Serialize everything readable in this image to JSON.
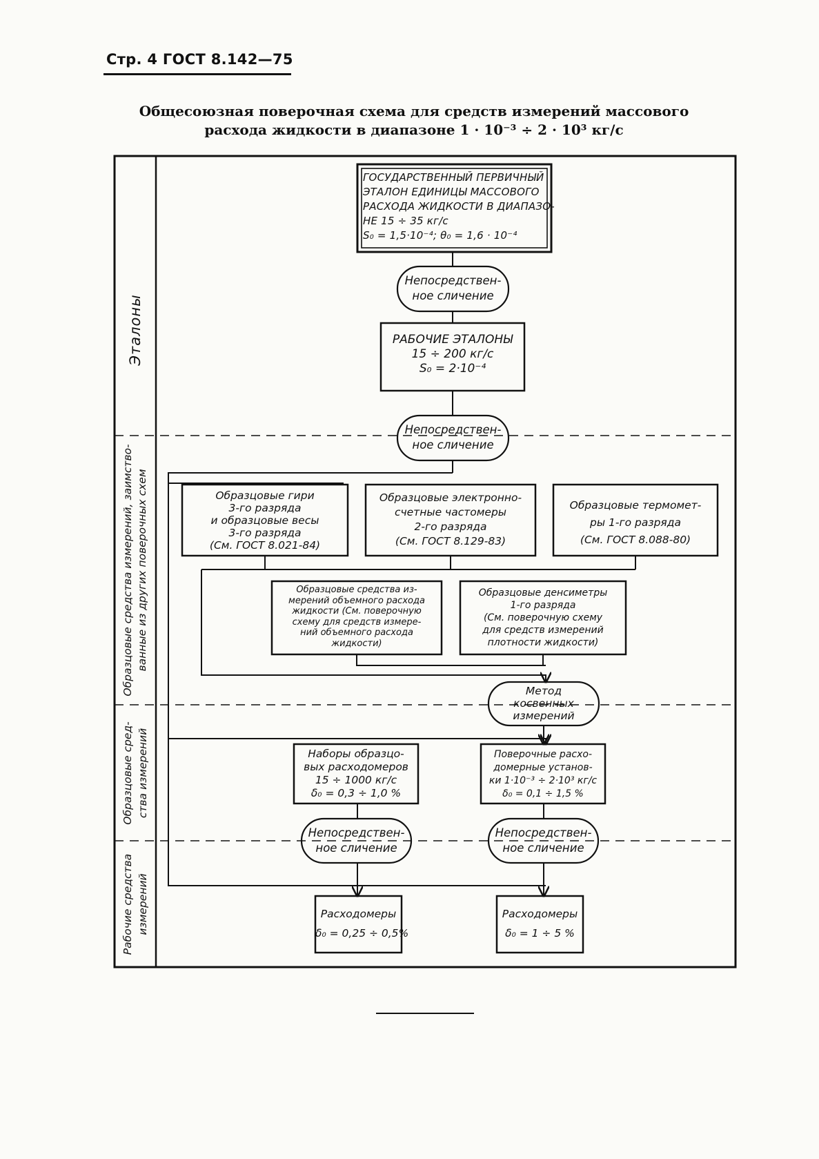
{
  "header": {
    "page_ref": "Стр. 4 ГОСТ 8.142—75"
  },
  "title": {
    "line1": "Общесоюзная поверочная схема для средств измерений массового",
    "line2": "расхода жидкости в диапазоне 1 · 10⁻³ ÷ 2 · 10³ кг/с"
  },
  "sections": {
    "etalony": "Эталоны",
    "obraz_borrowed_line1": "Образцовые средства измерений, заимство-",
    "obraz_borrowed_line2": "ванные из других поверочных схем",
    "obraz_sredstva_line1": "Образцовые сред-",
    "obraz_sredstva_line2": "ства измерений",
    "rabochie_line1": "Рабочие средства",
    "rabochie_line2": "измерений"
  },
  "primary": {
    "line1": "ГОСУДАРСТВЕННЫЙ ПЕРВИЧНЫЙ",
    "line2": "ЭТАЛОН ЕДИНИЦЫ МАССОВОГО",
    "line3": "РАСХОДА ЖИДКОСТИ В ДИАПАЗО-",
    "line4": "НЕ        15 ÷ 35 кг/с",
    "line5": "S₀ = 1,5·10⁻⁴;    θ₀ = 1,6 · 10⁻⁴"
  },
  "comparison": {
    "line1": "Непосредствен-",
    "line2": "ное сличение"
  },
  "working": {
    "line1": "РАБОЧИЕ  ЭТАЛОНЫ",
    "line2": "15 ÷ 200 кг/с",
    "line3": "S₀ = 2·10⁻⁴"
  },
  "weights": {
    "line1": "Образцовые гири",
    "line2": "3-го разряда",
    "line3": "и образцовые весы",
    "line4": "3-го разряда",
    "line5": "(См. ГОСТ 8.021-84)"
  },
  "counters": {
    "line1": "Образцовые электронно-",
    "line2": "счетные частомеры",
    "line3": "2-го разряда",
    "line4": "(См. ГОСТ 8.129-83)"
  },
  "thermometers": {
    "line1": "Образцовые термомет-",
    "line2": "ры  1-го разряда",
    "line3": "(См. ГОСТ 8.088-80)"
  },
  "volumetric": {
    "line1": "Образцовые средства из-",
    "line2": "мерений объемного расхода",
    "line3": "жидкости (См. поверочную",
    "line4": "схему для средств измере-",
    "line5": "ний объемного расхода",
    "line6": "жидкости)"
  },
  "densimeters": {
    "line1": "Образцовые денсиметры",
    "line2": "1-го разряда",
    "line3": "(См. поверочную схему",
    "line4": "для средств измерений",
    "line5": "плотности жидкости)"
  },
  "indirect": {
    "line1": "Метод",
    "line2": "косвенных",
    "line3": "измерений"
  },
  "flowmeter_sets": {
    "line1": "Наборы образцо-",
    "line2": "вых расходомеров",
    "line3": "15 ÷ 1000 кг/с",
    "line4": "δ₀ = 0,3 ÷ 1,0 %"
  },
  "calibration_units": {
    "line1": "Поверочные расхо-",
    "line2": "домерные установ-",
    "line3": "ки  1·10⁻³ ÷ 2·10³ кг/с",
    "line4": "δ₀ = 0,1 ÷ 1,5 %"
  },
  "flowmeters_left": {
    "line1": "Расходомеры",
    "line2": "δ₀ = 0,25 ÷ 0,5%"
  },
  "flowmeters_right": {
    "line1": "Расходомеры",
    "line2": "δ₀ = 1 ÷ 5 %"
  }
}
